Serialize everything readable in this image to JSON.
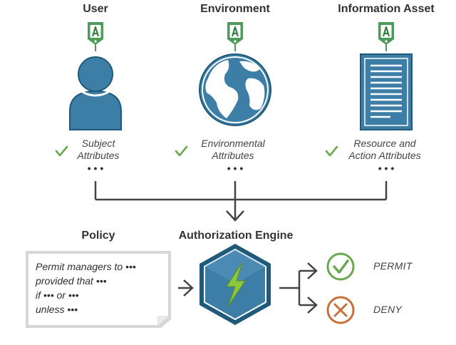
{
  "columns": [
    {
      "heading": "User",
      "tag_letter": "A",
      "icon": "user-icon",
      "attr_line1": "Subject",
      "attr_line2": "Attributes",
      "more": "• • •"
    },
    {
      "heading": "Environment",
      "tag_letter": "A",
      "icon": "globe-icon",
      "attr_line1": "Environmental",
      "attr_line2": "Attributes",
      "more": "• • •"
    },
    {
      "heading": "Information Asset",
      "tag_letter": "A",
      "icon": "document-icon",
      "attr_line1": "Resource and",
      "attr_line2": "Action Attributes",
      "more": "• • •"
    }
  ],
  "policy": {
    "heading": "Policy",
    "lines": [
      "Permit managers to •••",
      "provided that •••",
      "if ••• or •••",
      "unless •••"
    ]
  },
  "engine": {
    "heading": "Authorization Engine",
    "icon": "lightning-icon"
  },
  "outcomes": {
    "permit": "PERMIT",
    "deny": "DENY"
  },
  "colors": {
    "blue": "#3d7ea6",
    "dark_blue": "#1f5a7a",
    "tag_green": "#4e9a5b",
    "check_green": "#6aa84f",
    "deny_orange": "#c8703a",
    "lightning_green": "#8cc63f",
    "arrow_gray": "#444444"
  }
}
